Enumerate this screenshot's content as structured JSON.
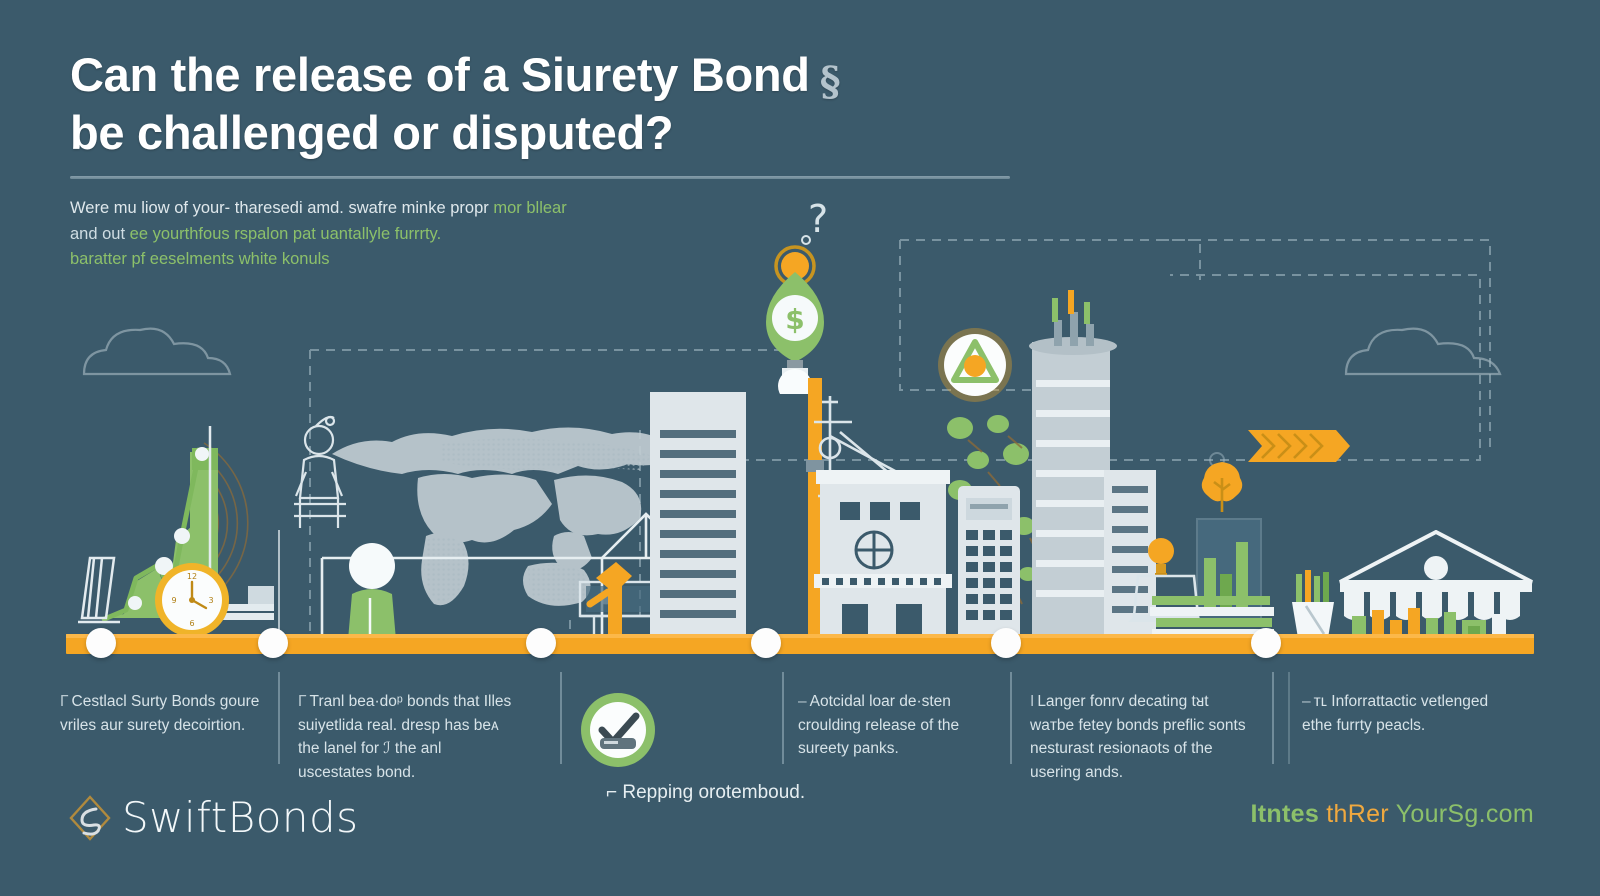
{
  "meta": {
    "background_color": "#3b5a6b",
    "accent_orange": "#f5a623",
    "accent_green": "#8cc06a",
    "light": "#dfe6ea"
  },
  "header": {
    "title_line1": "Can the release of a Siurety Bond",
    "title_line2": "be challenged or disputed?",
    "title_icon": "§",
    "subtitle_line1_white": "Were mu liow of your- tharesedi amd. swafre minke propr",
    "subtitle_line1_green": "mor bllear",
    "subtitle_line2_white": "and out ",
    "subtitle_line2_green": "ee yourthfous rspalon pat uantallyle furrrty.",
    "subtitle_line3_green": "baratter pf eeselments white konuls"
  },
  "captions": [
    {
      "bullet": "Γ",
      "text": "Cestlacl Surty Bonds goure vriles aur surety decoirtion."
    },
    {
      "bullet": "Γ",
      "text": "Tranl bea·doᵖ bonds that Illes suiyetlida real. dresp has beᴀ the lanel for ℐ the anl uscestates bond."
    },
    {
      "bullet": "–",
      "text": "Aotcidal loar de·sten croulding release of the sureety panks."
    },
    {
      "bullet": "Ι",
      "text": "Langer fonrᴠ decating tᴚt waᴛbe fetey bonds preflic sonts nesturast resionaots of the usering ands."
    },
    {
      "bullet": "–",
      "text": "ᴛʟ Inforrattactic vetlenged ethe furrty peacls."
    }
  ],
  "center_caption": {
    "bullet": "⌐",
    "text": "Repping orotemboud.",
    "badge_icon": "check-badge"
  },
  "footer": {
    "logo_text": "SwiftBonds",
    "logo_icon": "swift-diamond-icon",
    "url_part_a": "Itntes",
    "url_part_b": " thRer ",
    "url_part_c": "YourSg.com"
  },
  "scene": {
    "timeline_nodes": [
      100,
      272,
      540,
      765,
      1005,
      1265
    ],
    "icons": {
      "question_mark": "?",
      "money_pin": "$",
      "dollar_balloon": "dollar-balloon-icon",
      "recycle_badge": "recycle-badge-icon",
      "lightbulb": "lightbulb-icon",
      "tree": "tree-icon",
      "chevron_arrow": "chevron-arrow-icon",
      "bank": "bank-icon",
      "clock": "clock-icon",
      "crane": "crane-icon",
      "world_map": "world-map-icon",
      "cloud": "cloud-icon"
    }
  }
}
